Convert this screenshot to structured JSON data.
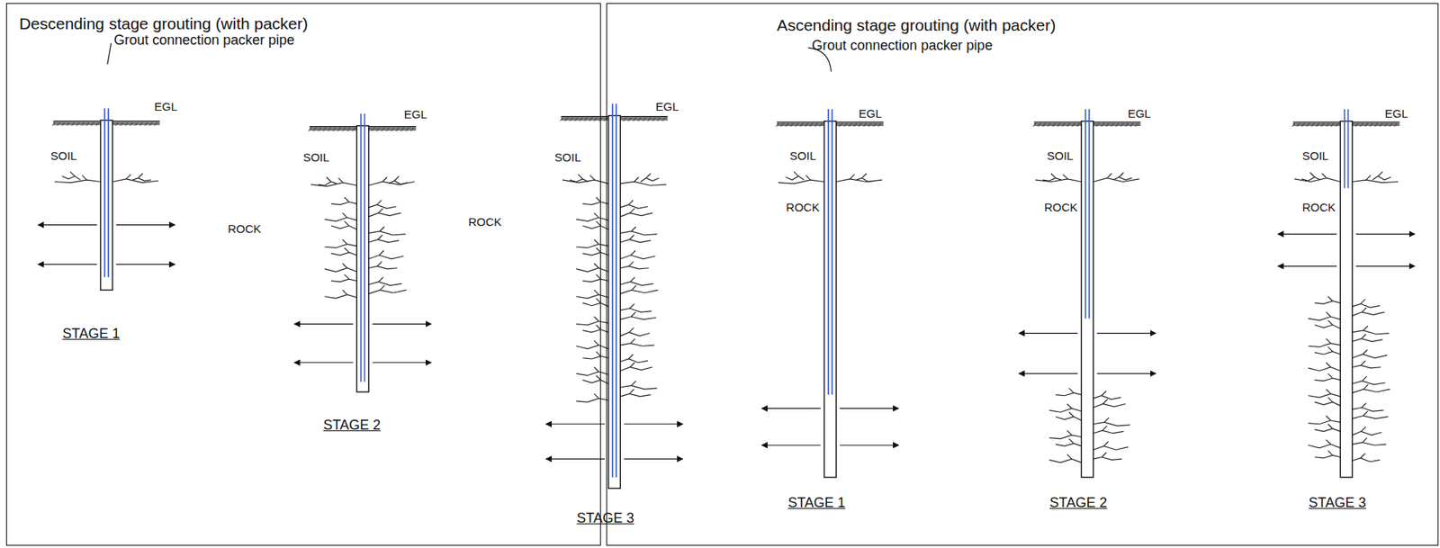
{
  "diagram": {
    "nodes": [
      {
        "text": [
          "Descending stage grouting (with packer)"
        ]
      },
      {
        "text": [
          "Ascending stage grouting (with packer)"
        ]
      }
    ],
    "labels": [
      "Grout connection packer pipe",
      "EGL",
      "SOIL",
      "STAGE 1",
      "EGL",
      "SOIL",
      "ROCK",
      "STAGE 2",
      "EGL",
      "SOIL",
      "ROCK",
      "STAGE 3",
      "Grout connection packer pipe",
      "EGL",
      "SOIL",
      "ROCK",
      "STAGE 1",
      "EGL",
      "SOIL",
      "ROCK",
      "STAGE 2",
      "EGL",
      "SOIL",
      "ROCK",
      "STAGE 3"
    ]
  }
}
